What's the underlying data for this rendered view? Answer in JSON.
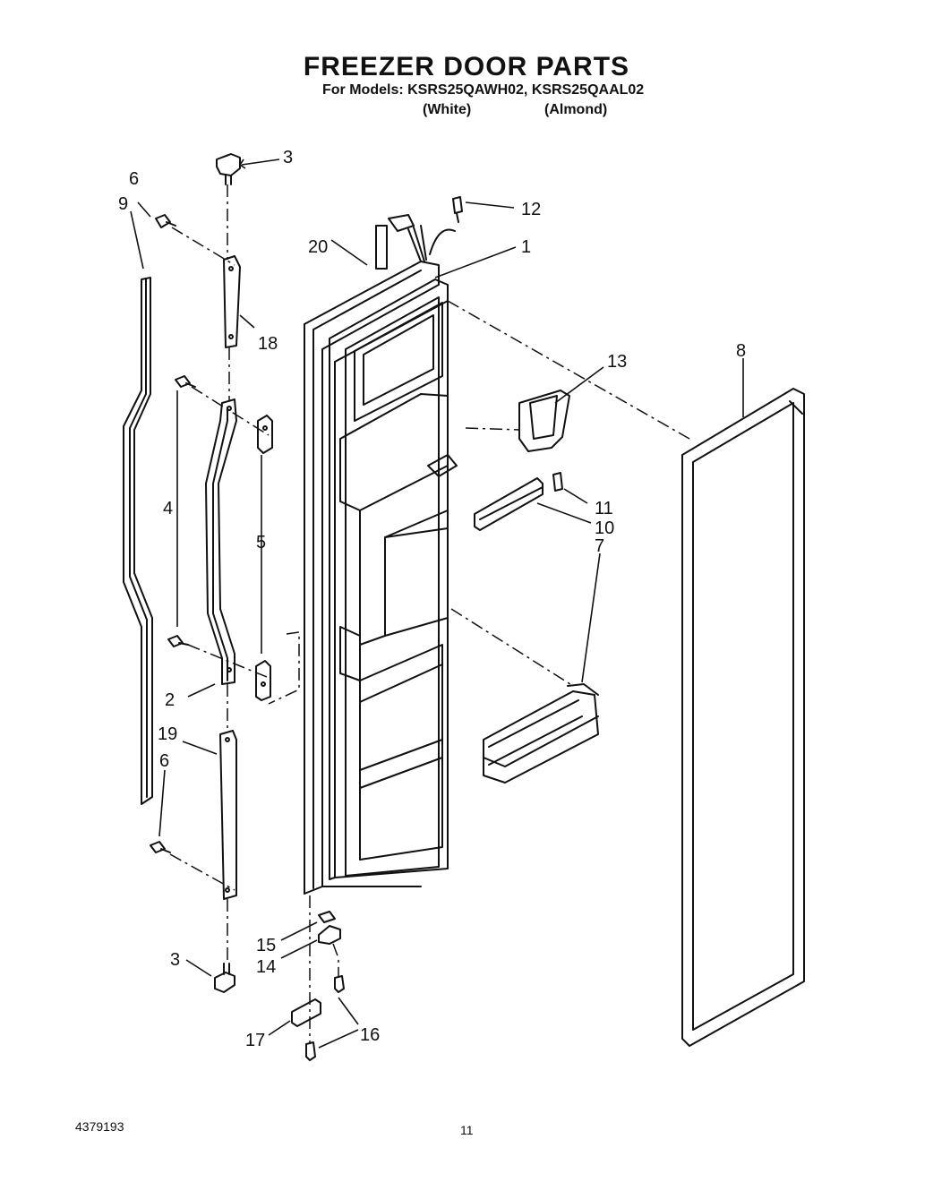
{
  "header": {
    "title": "FREEZER DOOR PARTS",
    "models": "For Models: KSRS25QAWH02, KSRS25QAAL02",
    "variant_1": "(White)",
    "variant_2": "(Almond)"
  },
  "callouts": {
    "c3_top": "3",
    "c6_top": "6",
    "c9": "9",
    "c18": "18",
    "c4": "4",
    "c5": "5",
    "c2": "2",
    "c19": "19",
    "c6_bottom": "6",
    "c3_bottom": "3",
    "c20": "20",
    "c1": "1",
    "c12": "12",
    "c13": "13",
    "c8": "8",
    "c11": "11",
    "c10": "10",
    "c7": "7",
    "c15": "15",
    "c14": "14",
    "c17": "17",
    "c16": "16"
  },
  "footer": {
    "doc_number": "4379193",
    "page_number": "11"
  }
}
